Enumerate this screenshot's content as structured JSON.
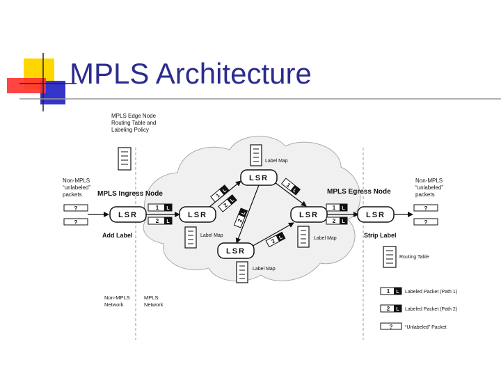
{
  "slide": {
    "title": "MPLS Architecture",
    "colors": {
      "title": "#2b2b8f",
      "logo_yellow": "#ffd700",
      "logo_blue": "#3434c8",
      "logo_red": "#ff3030"
    }
  },
  "diagram": {
    "edge_node_note": [
      "MPLS Edge Node",
      "Routing Table and",
      "Labeling Policy"
    ],
    "left_packets_label": [
      "Non-MPLS",
      "“unlabeled”",
      "packets"
    ],
    "right_packets_label": [
      "Non-MPLS",
      "“unlabeled”",
      "packets"
    ],
    "ingress_label": "MPLS Ingress Node",
    "egress_label": "MPLS Egress Node",
    "add_label": "Add Label",
    "strip_label": "Strip Label",
    "lsr_text": "LSR",
    "label_map": "Label Map",
    "routing_table": "Routing Table",
    "unlabeled_mark": "?",
    "label_1": "1",
    "label_2": "2",
    "label_L": "L",
    "non_mpls_network": [
      "Non-MPLS",
      "Network"
    ],
    "mpls_network": [
      "MPLS",
      "Network"
    ],
    "legend": [
      {
        "label": "Labeled Packet (Path 1)"
      },
      {
        "label": "Labeled Packet (Path 2)"
      },
      {
        "label": "“Unlabeled” Packet"
      }
    ]
  }
}
